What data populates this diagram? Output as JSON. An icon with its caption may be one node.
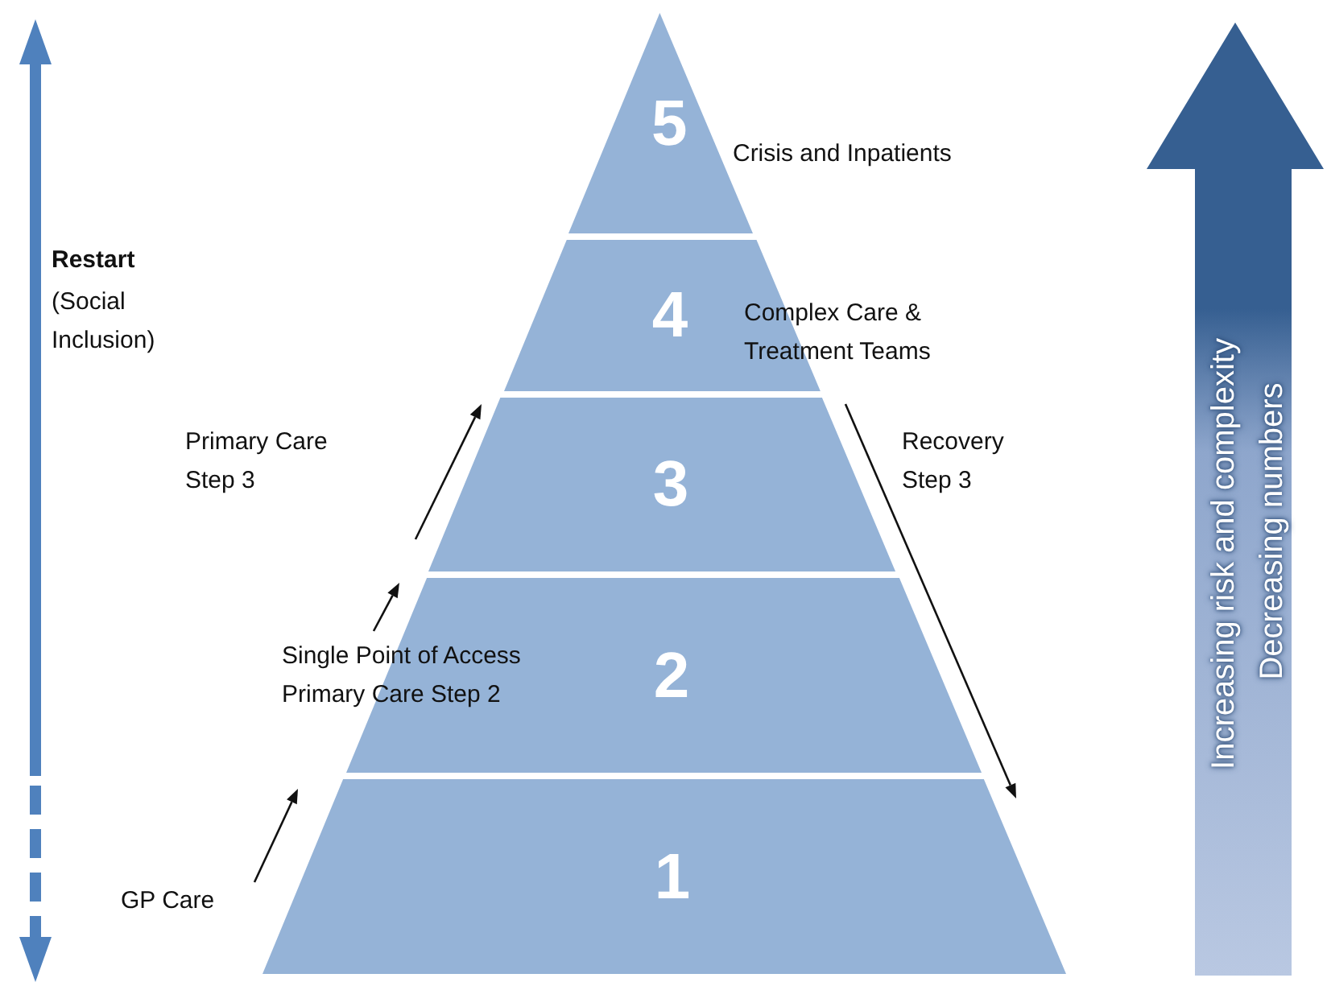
{
  "diagram": {
    "nodes": [
      {
        "text": [
          "5"
        ],
        "beside": [
          "Crisis and Inpatients"
        ]
      },
      {
        "text": [
          "4"
        ],
        "beside": [
          "Complex Care & Treatment Teams"
        ]
      },
      {
        "text": [
          "3"
        ]
      },
      {
        "text": [
          "2"
        ]
      },
      {
        "text": [
          "1"
        ]
      },
      {
        "text": [
          "Increasing risk and complexity",
          "Decreasing numbers"
        ]
      }
    ],
    "labels": [
      "Restart",
      "(Social Inclusion)",
      "Primary Care Step 3",
      "Recovery Step 3",
      "Single Point of Access Primary Care Step 2",
      "GP Care"
    ]
  }
}
